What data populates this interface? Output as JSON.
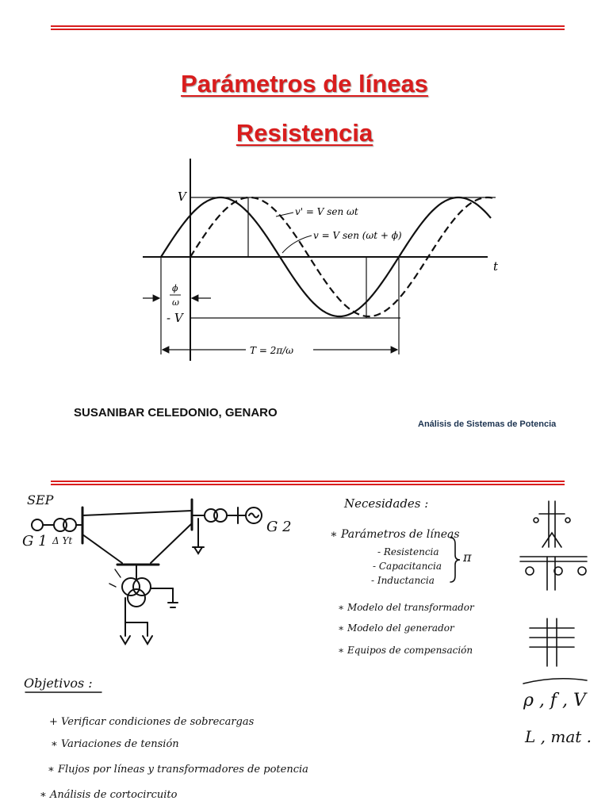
{
  "colors": {
    "accent": "#d91d1d",
    "course_text": "#1c3350"
  },
  "slide1": {
    "title_line1": "Parámetros de líneas",
    "title_line2": "Resistencia",
    "figure": {
      "label_v": "V",
      "label_minus_v": "- V",
      "label_t": "t",
      "label_phase_num": "ϕ",
      "label_phase_den": "ω",
      "label_period": "T = 2π/ω",
      "curve_ref_label": "v' = V sen ωt",
      "curve_shift_label": "v = V sen (ωt + ϕ)"
    },
    "author": "SUSANIBAR CELEDONIO, GENARO",
    "course": "Análisis  de Sistemas de Potencia"
  },
  "slide2": {
    "diagram": {
      "sep": "SEP",
      "g1": "G 1",
      "g2": "G 2",
      "delta_y": "Δ Yt"
    },
    "needs_title": "Necesidades :",
    "needs": [
      "∗ Parámetros de líneas",
      "- Resistencia",
      "- Capacitancia",
      "- Inductancia",
      "∗ Modelo del transformador",
      "∗ Modelo del generador",
      "∗ Equipos de compensación"
    ],
    "pi_mark": "π",
    "objectives_title": "Objetivos :",
    "objectives": [
      "+ Verificar condiciones de sobrecargas",
      "∗ Variaciones de tensión",
      "∗ Flujos por líneas y transformadores de potencia",
      "∗ Análisis de cortocircuito"
    ],
    "params_line1": "ρ , f , V",
    "params_line2": "L , mat ."
  }
}
